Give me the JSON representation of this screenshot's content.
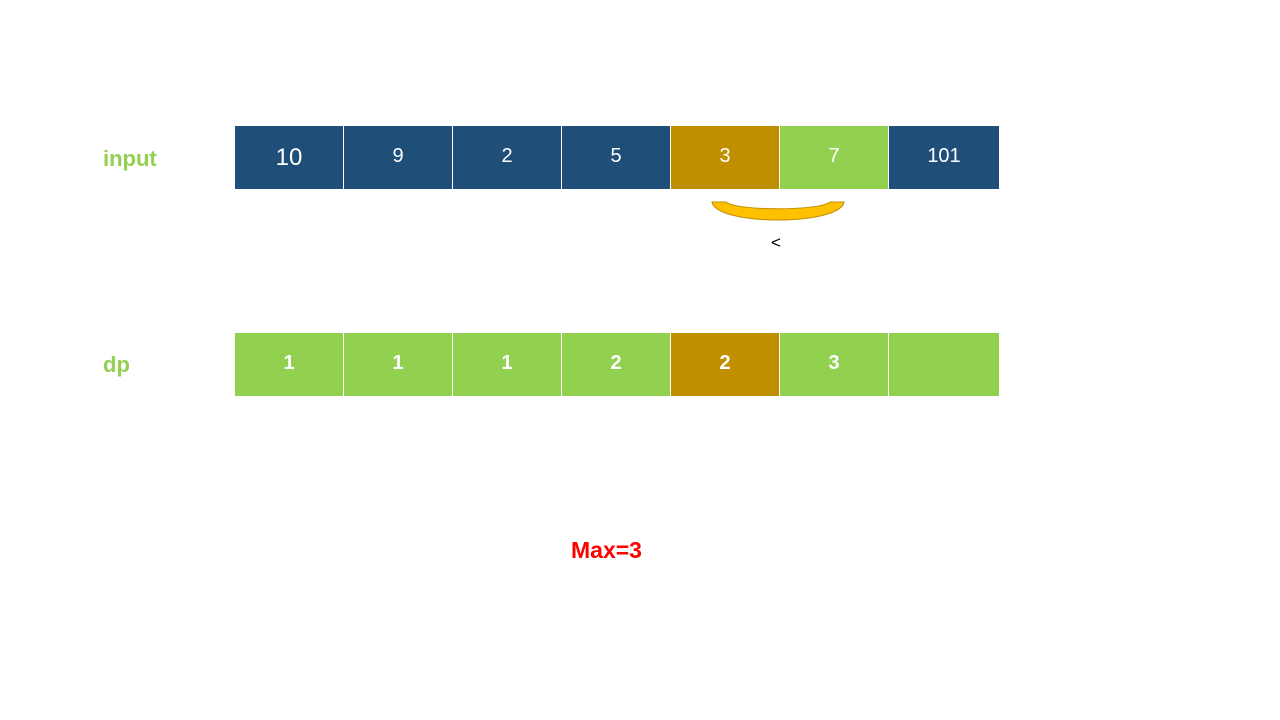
{
  "labels": {
    "input": "input",
    "dp": "dp"
  },
  "input_cells": [
    {
      "value": "10",
      "state": "normal"
    },
    {
      "value": "9",
      "state": "normal"
    },
    {
      "value": "2",
      "state": "normal"
    },
    {
      "value": "5",
      "state": "normal"
    },
    {
      "value": "3",
      "state": "compared"
    },
    {
      "value": "7",
      "state": "current"
    },
    {
      "value": "101",
      "state": "normal"
    }
  ],
  "dp_cells": [
    {
      "value": "1",
      "state": "filled"
    },
    {
      "value": "1",
      "state": "filled"
    },
    {
      "value": "1",
      "state": "filled"
    },
    {
      "value": "2",
      "state": "filled"
    },
    {
      "value": "2",
      "state": "compared"
    },
    {
      "value": "3",
      "state": "filled"
    },
    {
      "value": "",
      "state": "filled"
    }
  ],
  "comparison": {
    "symbol": "<"
  },
  "result": {
    "text": "Max=3"
  },
  "colors": {
    "label": "#92d050",
    "normal": "#1f4e79",
    "compared": "#bf8f00",
    "current": "#92d050",
    "dp_filled": "#92d050",
    "brace": "#ffc000",
    "brace_outline": "#bf8f00",
    "result": "#ff0000"
  }
}
